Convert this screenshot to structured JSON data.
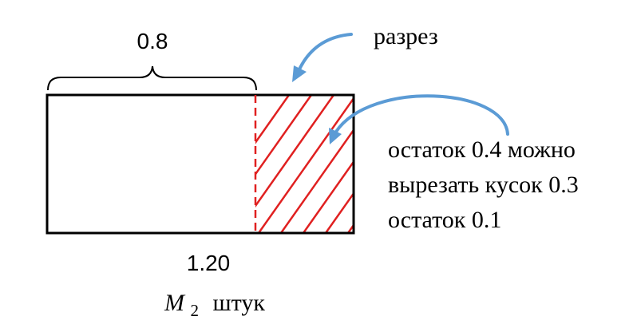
{
  "labels": {
    "top_dimension": "0.8",
    "bottom_dimension": "1.20",
    "cut_label": "разрез",
    "quantity_symbol": "M",
    "quantity_subscript": "2",
    "quantity_unit": "штук"
  },
  "notes": [
    "остаток 0.4 можно",
    "вырезать кусок 0.3",
    "остаток 0.1"
  ],
  "colors": {
    "outline": "#000000",
    "cut_marking": "#e02020",
    "arrow": "#5b9bd5",
    "text": "#000000"
  }
}
